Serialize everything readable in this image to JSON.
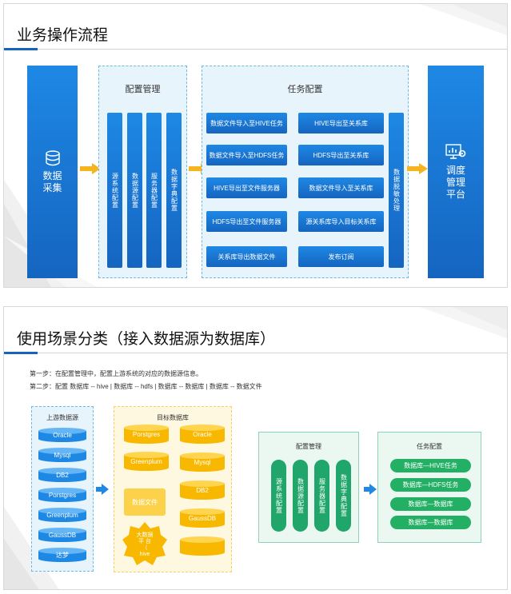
{
  "slide1": {
    "title": "业务操作流程",
    "data_collection": "数据\n采集",
    "config_panel_title": "配置管理",
    "config_items": [
      "源系统配置",
      "数据源配置",
      "服务器配置",
      "数据字典配置"
    ],
    "task_panel_title": "任务配置",
    "tasks_left": [
      "数据文件导入至HIVE任务",
      "数据文件导入至HDFS任务",
      "HIVE导出至文件服务器",
      "HDFS导出至文件服务器",
      "关系库导出数据文件"
    ],
    "tasks_right": [
      "HIVE导出至关系库",
      "HDFS导出至关系库",
      "数据文件导入至关系库",
      "源关系库导入目标关系库",
      "发布订阅"
    ],
    "desensitize": "数据脱敏处理",
    "scheduler": "调度\n管理\n平台",
    "colors": {
      "blue": "#1565c0",
      "arrow": "#f6b41e",
      "panel": "#e8f4fc"
    }
  },
  "slide2": {
    "title": "使用场景分类（接入数据源为数据库）",
    "step1": "第一步：在配置管理中，配置上游系统的对应的数据源信息。",
    "step2": "第二步：配置  数据库 -- hive |  数据库 -- hdfs | 数据库 -- 数据库 | 数据库 -- 数据文件",
    "upstream_title": "上游数据源",
    "upstream": [
      "Oracle",
      "Mysql",
      "DB2",
      "Porstgres",
      "Greenplum",
      "GaussDB",
      "达梦"
    ],
    "target_title": "目标数据库",
    "target_left": [
      "Porstgres",
      "Greenplum"
    ],
    "target_file": "数据文件",
    "target_bigdata": "大数据\n平  台\n（\nhive",
    "target_right": [
      "Oracle",
      "Mysql",
      "DB2",
      "GaussDB",
      ""
    ],
    "config_title": "配置管理",
    "config_items": [
      "源系统配置",
      "数据源配置",
      "服务器配置",
      "数据字典配置"
    ],
    "task_title": "任务配置",
    "tasks": [
      "数据库—HIVE任务",
      "数据库—HDFS任务",
      "数据库—数据库",
      "数据库—数据库"
    ],
    "colors": {
      "green": "#24b064",
      "yellow": "#f9b800"
    }
  }
}
